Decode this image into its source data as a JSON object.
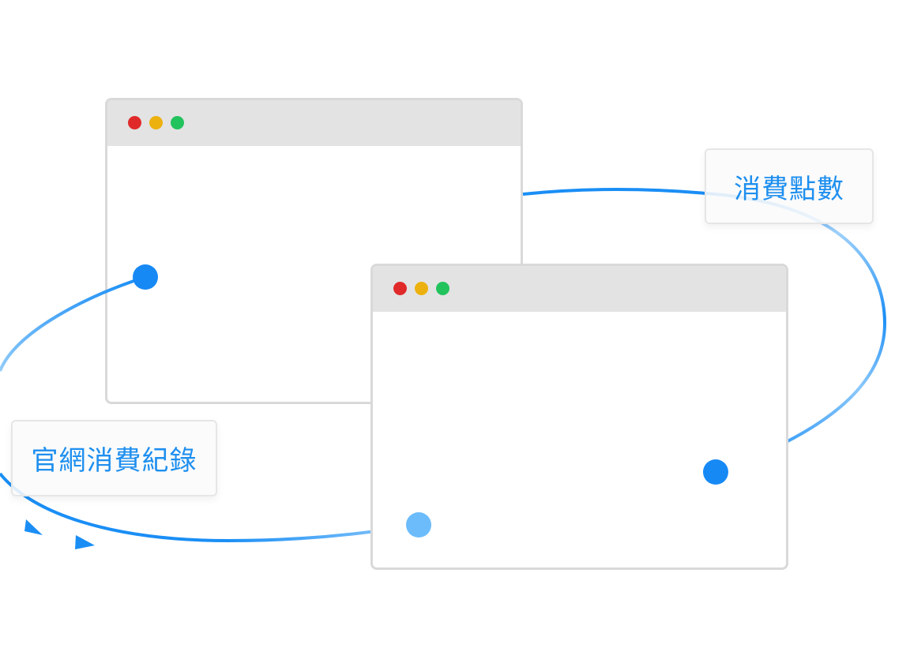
{
  "labels": {
    "top_right": "消費點數",
    "bottom_left": "官網消費紀錄"
  },
  "windows": [
    {
      "id": "window-back",
      "traffic_lights": [
        "#e02a2a",
        "#ecb10f",
        "#22c35d"
      ]
    },
    {
      "id": "window-front",
      "traffic_lights": [
        "#e02a2a",
        "#ecb10f",
        "#22c35d"
      ]
    }
  ],
  "colors": {
    "flow_line": "#1a8ef5",
    "flow_line_light": "#8cc8fa",
    "node_dark": "#1789f5",
    "node_light": "#6cbcfb",
    "label_text": "#1e8fef",
    "window_border": "#d9d9d9",
    "titlebar": "#e3e3e3"
  },
  "icons": [
    "arrowhead-icon",
    "arrowhead-icon"
  ]
}
